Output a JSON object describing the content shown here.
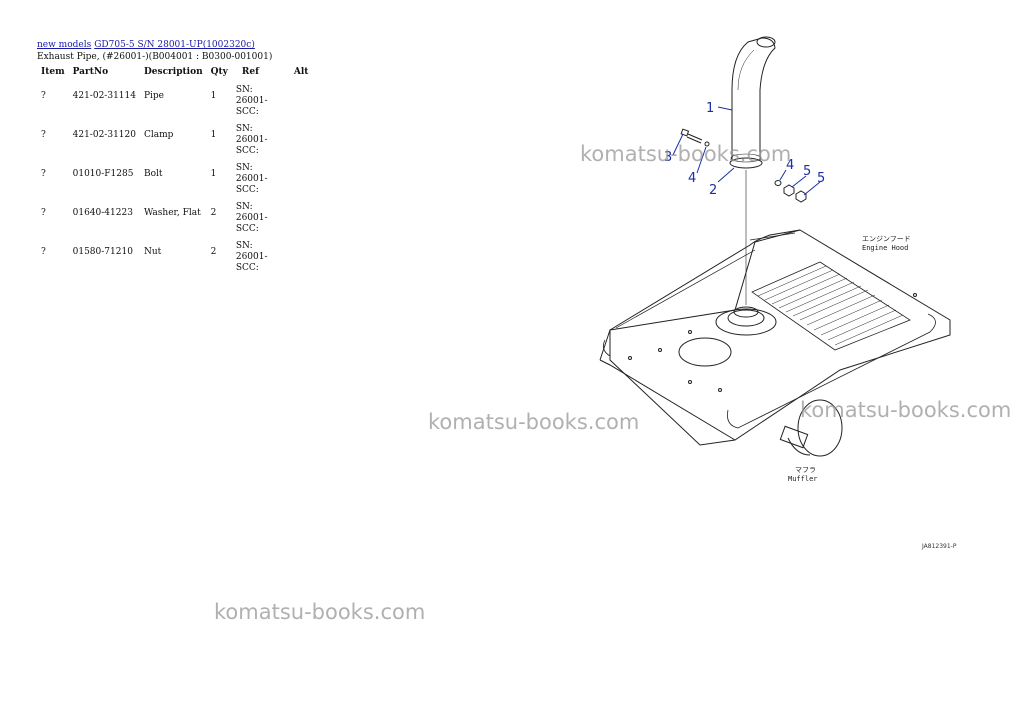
{
  "breadcrumb": {
    "link1": "new models",
    "link2": "GD705-5 S/N 28001-UP(1002320c)"
  },
  "subtitle": "Exhaust Pipe, (#26001-)(B004001 : B0300-001001)",
  "table": {
    "headers": [
      "Item",
      "PartNo",
      "Description",
      "Qty",
      "Ref",
      "Alt"
    ],
    "rows": [
      {
        "item": "?",
        "part": "421-02-31114",
        "desc": "Pipe",
        "qty": "1",
        "ref": "SN: 26001-SCC:"
      },
      {
        "item": "?",
        "part": "421-02-31120",
        "desc": "Clamp",
        "qty": "1",
        "ref": "SN: 26001-SCC:"
      },
      {
        "item": "?",
        "part": "01010-F1285",
        "desc": "Bolt",
        "qty": "1",
        "ref": "SN: 26001-SCC:"
      },
      {
        "item": "?",
        "part": "01640-41223",
        "desc": "Washer, Flat",
        "qty": "2",
        "ref": "SN: 26001-SCC:"
      },
      {
        "item": "?",
        "part": "01580-71210",
        "desc": "Nut",
        "qty": "2",
        "ref": "SN: 26001-SCC:"
      }
    ]
  },
  "watermarks": [
    "komatsu-books.com",
    "komatsu-books.com",
    "komatsu-books.com",
    "komatsu-books.com"
  ],
  "diagram": {
    "callouts": [
      "1",
      "2",
      "3",
      "4",
      "4",
      "5",
      "5"
    ],
    "engine_hood_jp": "エンジンフード",
    "engine_hood_en": "Engine Hood",
    "muffler_jp": "マフラ",
    "muffler_en": "Muffler",
    "drawing_code": "JA812391-P"
  }
}
